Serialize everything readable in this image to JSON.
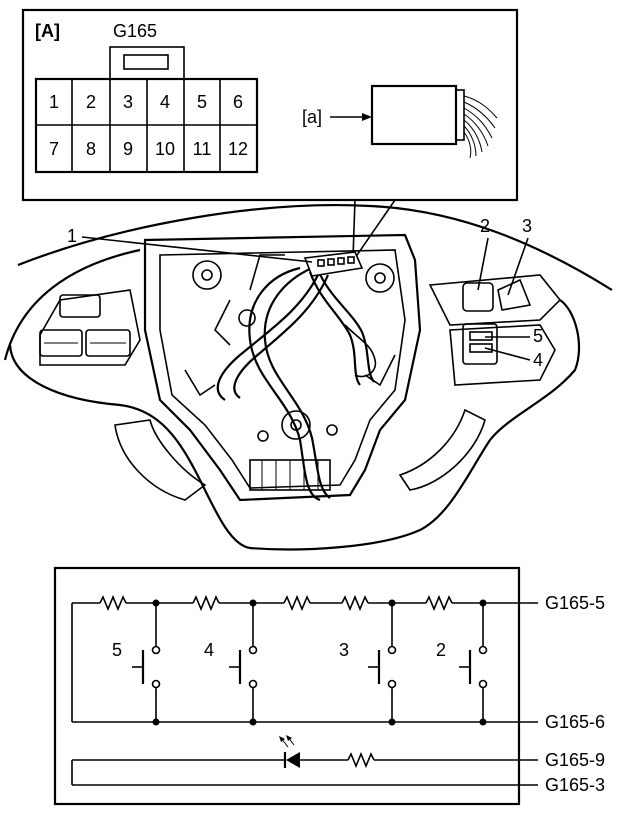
{
  "inset": {
    "view_label": "[A]",
    "connector_label": "G165",
    "pins": [
      "1",
      "2",
      "3",
      "4",
      "5",
      "6",
      "7",
      "8",
      "9",
      "10",
      "11",
      "12"
    ],
    "callout_label": "[a]"
  },
  "wheel": {
    "callouts": [
      "1",
      "2",
      "3",
      "5",
      "4"
    ]
  },
  "schematic": {
    "switch_labels": [
      "5",
      "4",
      "3",
      "2"
    ],
    "terminals": [
      "G165-5",
      "G165-6",
      "G165-9",
      "G165-3"
    ]
  }
}
